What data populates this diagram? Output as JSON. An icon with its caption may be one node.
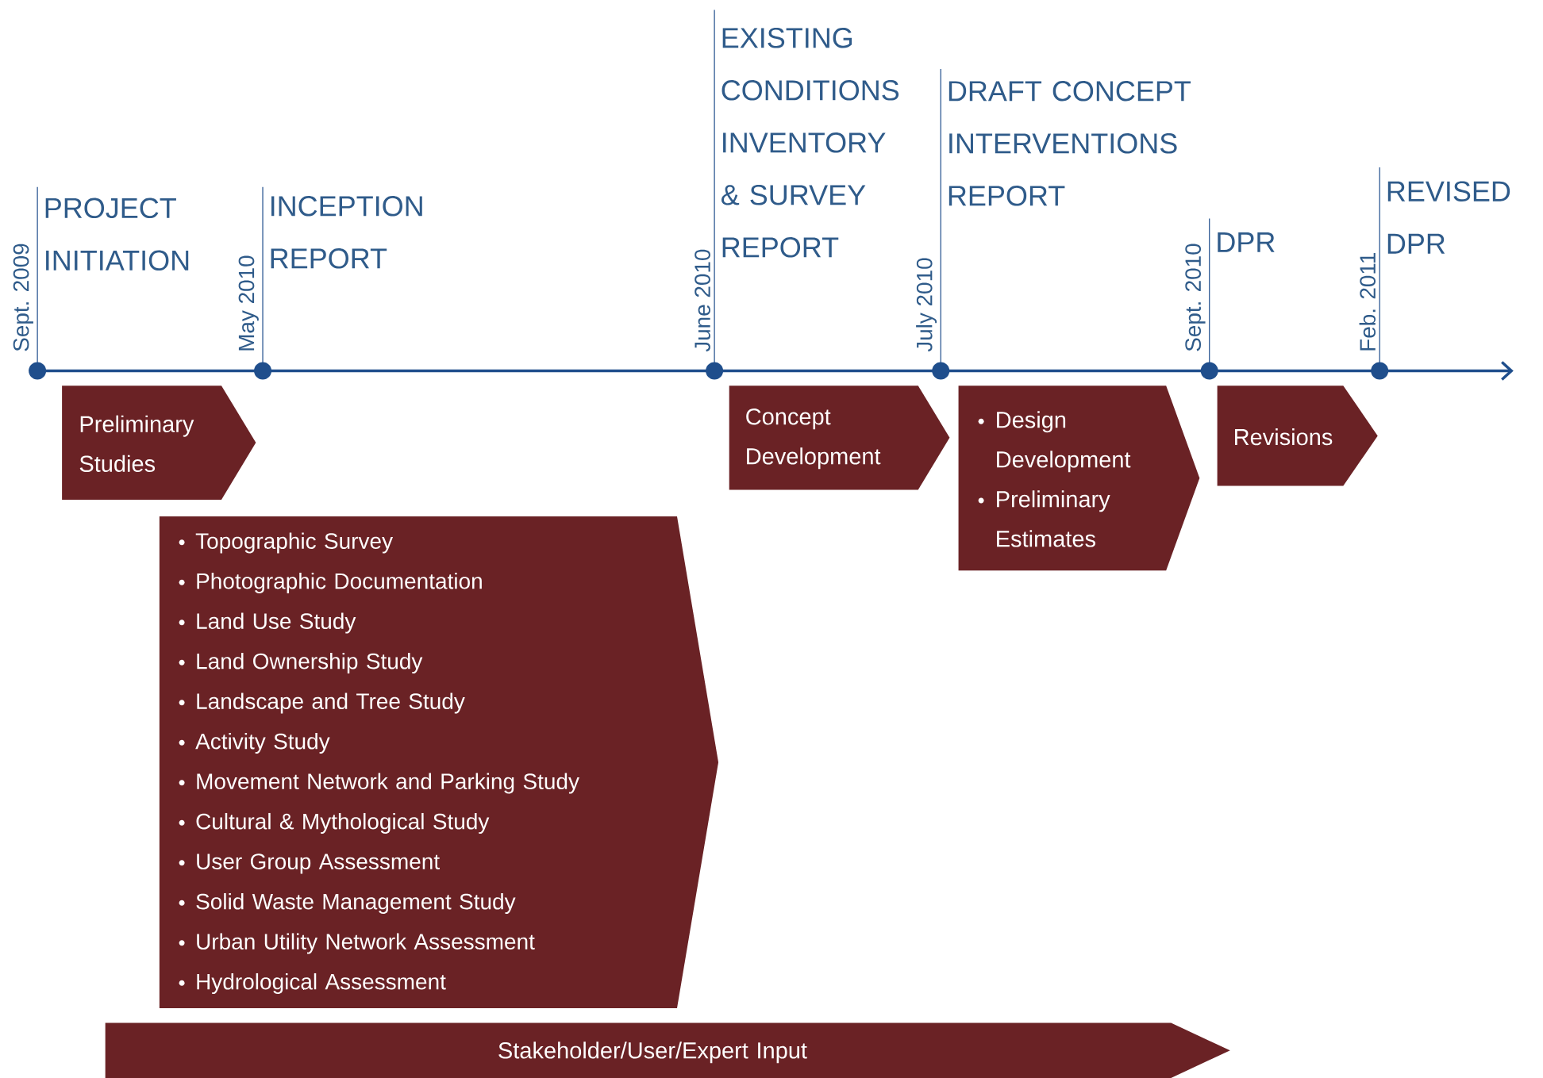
{
  "diagram": {
    "nodes": [
      {
        "text": [
          "Preliminary Studies"
        ]
      },
      {
        "text": [
          "Topographic Survey",
          "Photographic Documentation",
          "Land Use Study",
          "Land Ownership Study",
          "Landscape and Tree Study",
          "Activity Study",
          "Movement Network and Parking Study",
          "Cultural & Mythological Study",
          "User Group Assessment",
          "Solid Waste Management Study",
          "Urban Utility Network Assessment",
          "Hydrological Assessment"
        ]
      },
      {
        "text": [
          "Concept Development"
        ]
      },
      {
        "text": [
          "Design Development",
          "Preliminary Estimates"
        ]
      },
      {
        "text": [
          "Revisions"
        ]
      },
      {
        "text": [
          "Stakeholder/User/Expert Input"
        ]
      }
    ],
    "labels": [
      "Sept. 2009",
      "PROJECT INITIATION",
      "May 2010",
      "INCEPTION REPORT",
      "June 2010",
      "EXISTING CONDITIONS INVENTORY & SURVEY REPORT",
      "July 2010",
      "DRAFT CONCEPT INTERVENTIONS REPORT",
      "Sept. 2010",
      "DPR",
      "Feb. 2011",
      "REVISED DPR"
    ]
  }
}
